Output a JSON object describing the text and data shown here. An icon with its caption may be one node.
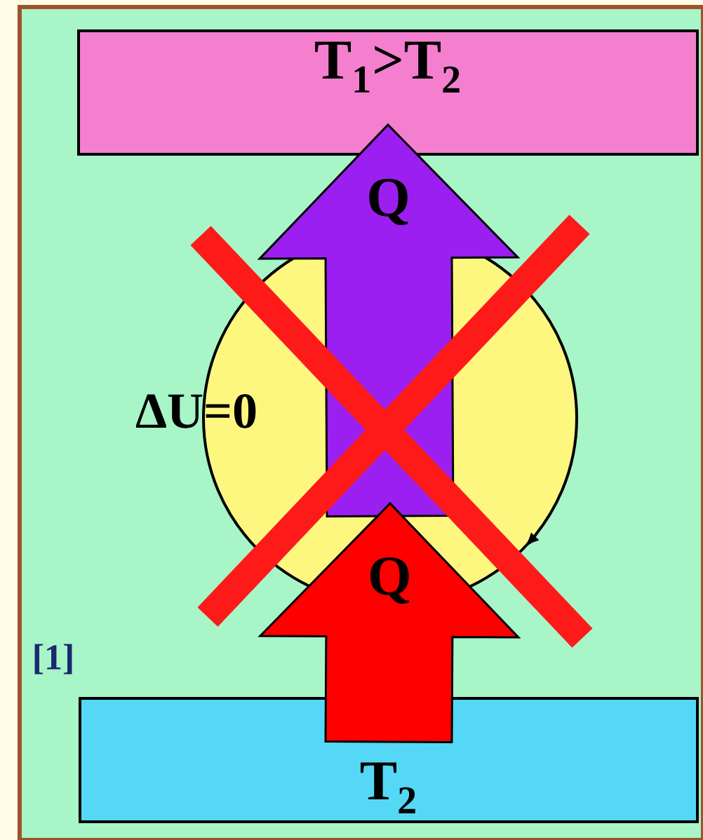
{
  "diagram": {
    "nodes": [
      {
        "text": [
          "T$_{1}$>T$_{2}$"
        ]
      },
      {
        "text": [
          "ΔU=0"
        ]
      },
      {
        "text": [
          "T$_{2}$"
        ]
      }
    ],
    "edges": [
      {
        "from": 1,
        "to": 0,
        "arrow": "to",
        "label": "Q",
        "color": "#9b1ff0"
      },
      {
        "from": 2,
        "to": 1,
        "arrow": "to",
        "label": "Q",
        "color": "#ff0000"
      }
    ],
    "labels": [
      "[1]"
    ]
  }
}
